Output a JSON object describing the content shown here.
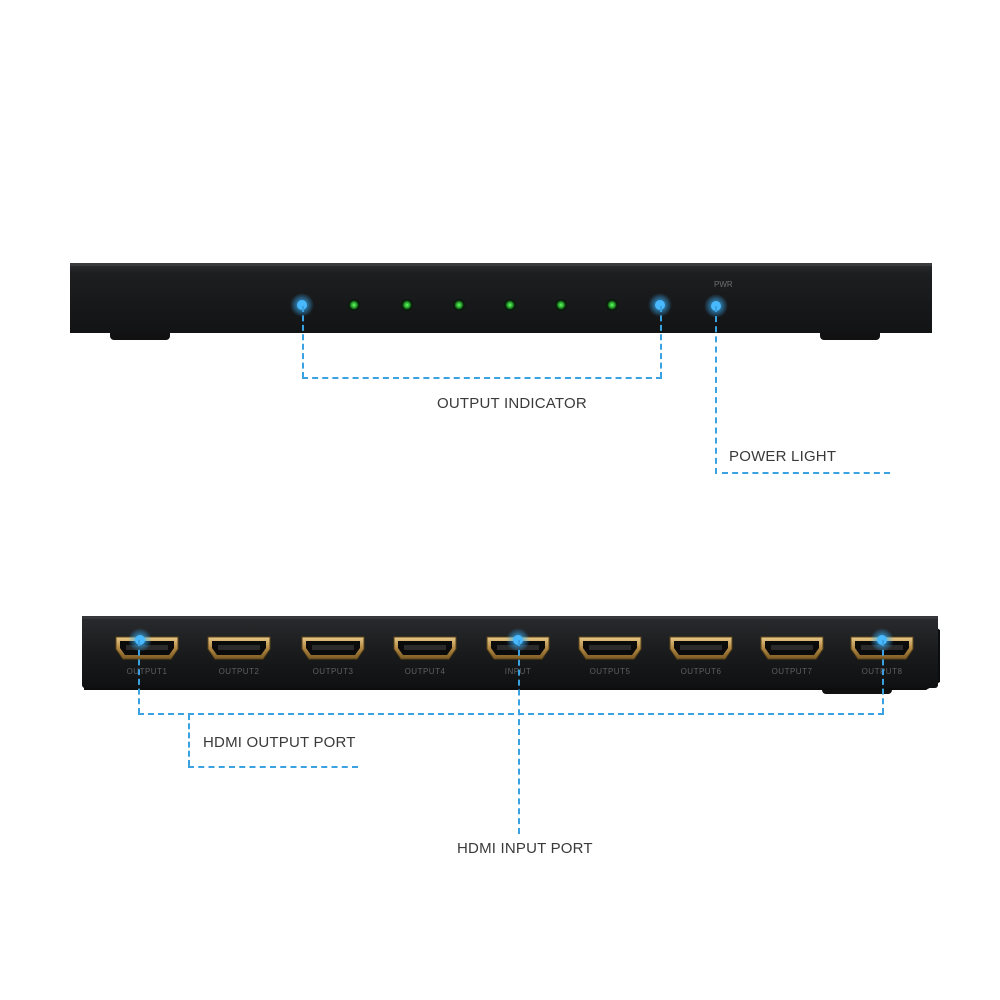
{
  "labels": {
    "output_indicator": "OUTPUT INDICATOR",
    "power_light": "POWER LIGHT",
    "hdmi_output_port": "HDMI OUTPUT PORT",
    "hdmi_input_port": "HDMI INPUT PORT"
  },
  "front_panel": {
    "power_mark": "PWR",
    "led_count": 8,
    "colors": {
      "led_green": "#2fb533",
      "highlight_blue": "#3ab4ff",
      "chassis": "#1e1f21"
    }
  },
  "rear_panel": {
    "port_labels": [
      "OUTPUT1",
      "OUTPUT2",
      "OUTPUT3",
      "OUTPUT4",
      "INPUT",
      "OUTPUT5",
      "OUTPUT6",
      "OUTPUT7",
      "OUTPUT8"
    ]
  },
  "colors": {
    "callout_line": "#3aa2e0",
    "label_text": "#3a3a3a"
  }
}
